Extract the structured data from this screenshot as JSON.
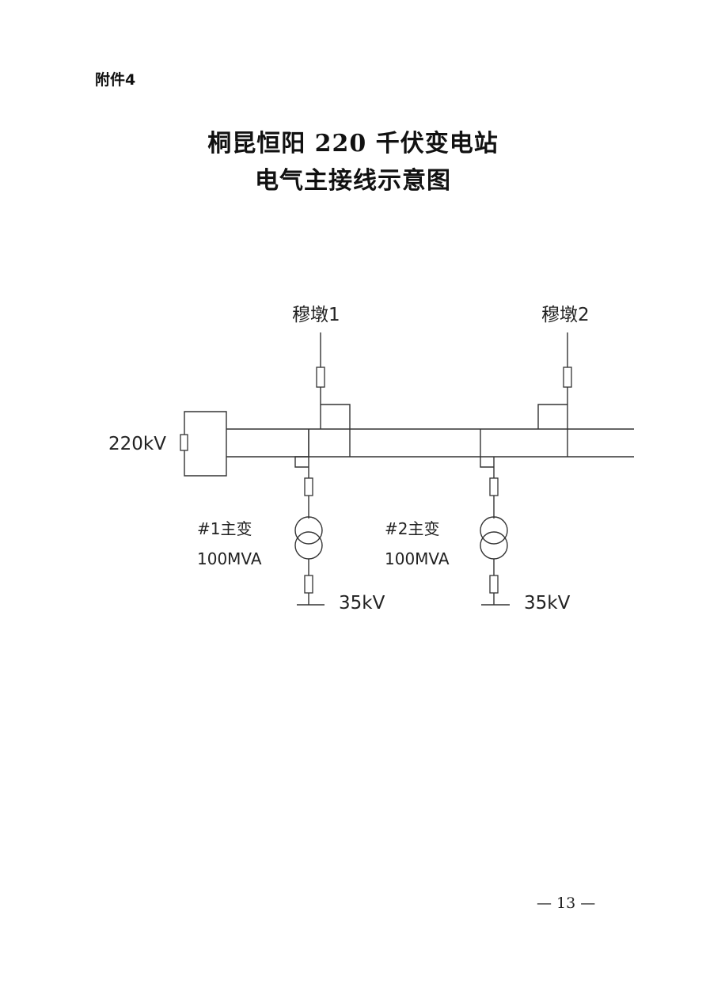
{
  "attachment_label": "附件4",
  "title_line1": "桐昆恒阳 220 千伏变电站",
  "title_line2": "电气主接线示意图",
  "diagram": {
    "bus_label": "220kV",
    "line_1": "穆墩1",
    "line_2": "穆墩2",
    "transformer_1": {
      "name": "#1主变",
      "capacity": "100MVA",
      "lv_label": "35kV"
    },
    "transformer_2": {
      "name": "#2主变",
      "capacity": "100MVA",
      "lv_label": "35kV"
    }
  },
  "page_number": "— 13 —"
}
